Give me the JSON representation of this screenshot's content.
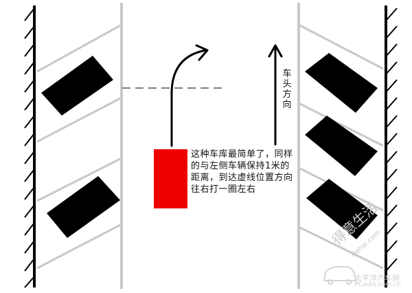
{
  "instruction_text": "这种车库最简单了，同样的与左侧车辆保持1米的距离，到达虚线位置方向往右打一圈左右",
  "direction_label": "车头方向",
  "watermark": {
    "main": "得意生活",
    "site": "dehai.com",
    "brand": "太平洋汽车网",
    "url": "PCauto.com.cn"
  },
  "colors": {
    "car_red": "#ee0000",
    "parked_black": "#000000",
    "road_line": "#c8c8c8",
    "dashed_line": "#555555",
    "watermark": "#c8c8c8"
  },
  "icons": {
    "turn": "curved-turn-arrow-icon",
    "forward": "straight-up-arrow-icon"
  }
}
